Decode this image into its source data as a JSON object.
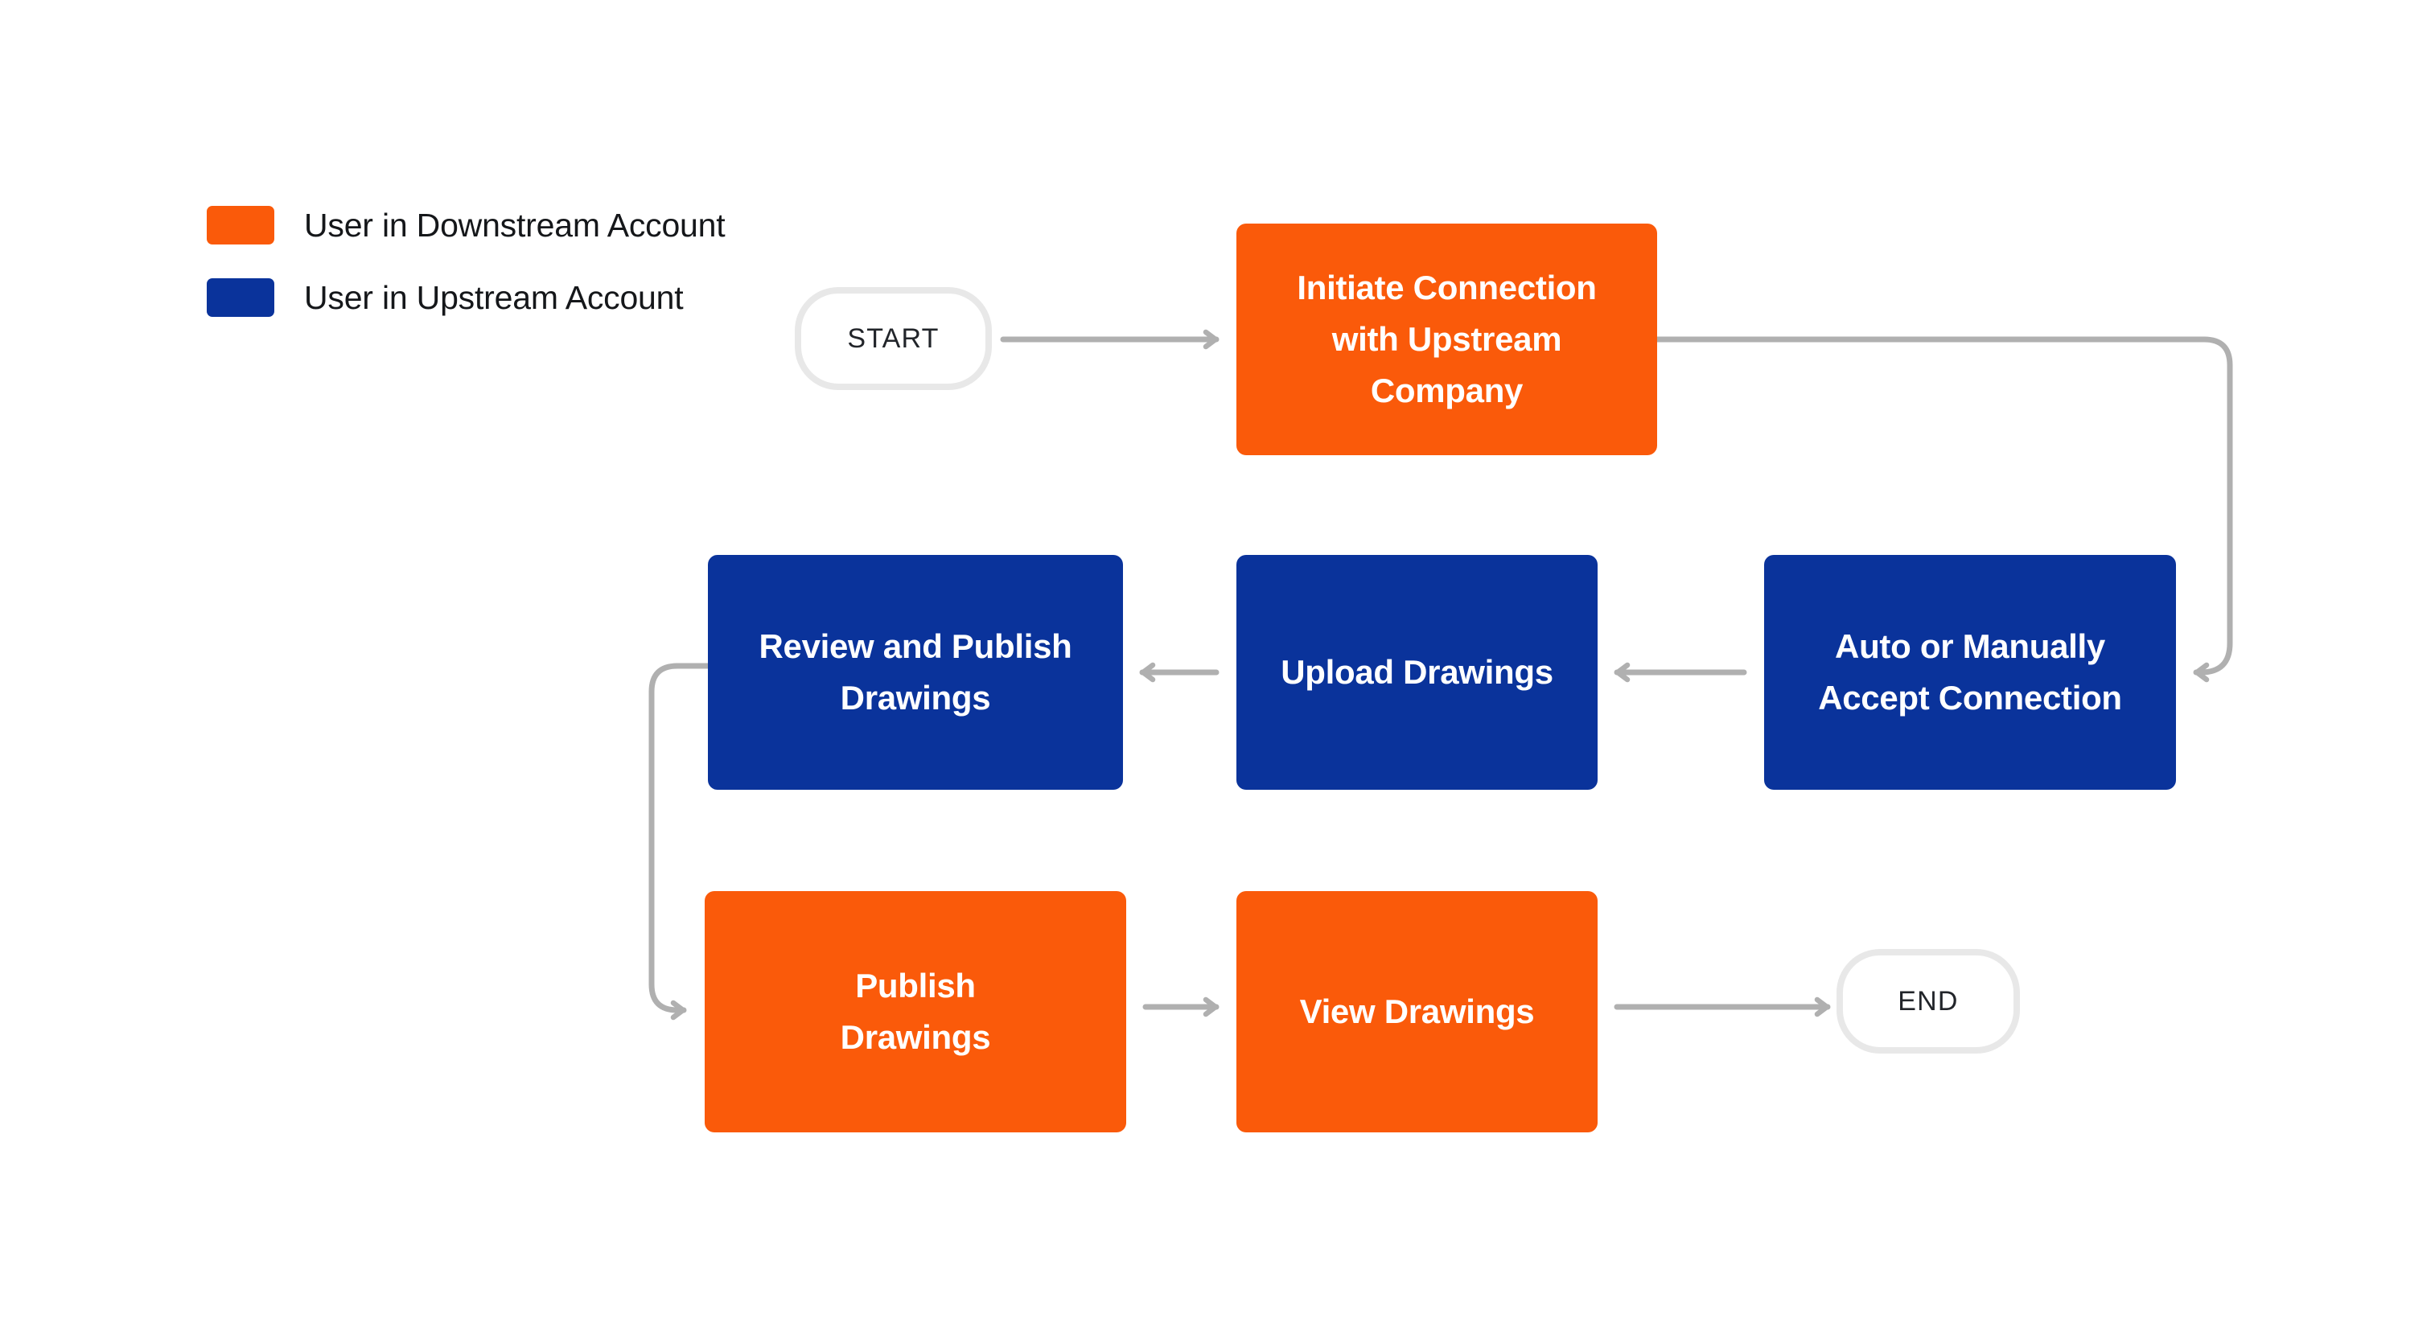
{
  "diagram": {
    "title": "Upstream / Downstream drawing connection flow",
    "background": "#ffffff",
    "colors": {
      "orange": "#fa5a0a",
      "blue": "#0a339b",
      "edge": "#b0b0b0",
      "terminator_border": "#e8e8e8",
      "node_text": "#ffffff",
      "legend_text": "#15171a"
    }
  },
  "legend": {
    "items": [
      {
        "label": "User in Downstream Account",
        "color": "#fa5a0a",
        "swatch_name": "legend-swatch-downstream"
      },
      {
        "label": "User in Upstream Account",
        "color": "#0a339b",
        "swatch_name": "legend-swatch-upstream"
      }
    ]
  },
  "nodes": {
    "start": {
      "label": "START",
      "shape": "terminator"
    },
    "initiate": {
      "line1": "Initiate Connection",
      "line2": "with Upstream",
      "line3": "Company",
      "role": "downstream",
      "color": "#fa5a0a"
    },
    "accept": {
      "line1": "Auto or Manually",
      "line2": "Accept Connection",
      "role": "upstream",
      "color": "#0a339b"
    },
    "upload": {
      "line1": "Upload Drawings",
      "role": "upstream",
      "color": "#0a339b"
    },
    "review": {
      "line1": "Review and Publish",
      "line2": "Drawings",
      "role": "upstream",
      "color": "#0a339b"
    },
    "publish": {
      "line1": "Publish",
      "line2": "Drawings",
      "role": "downstream",
      "color": "#fa5a0a"
    },
    "view": {
      "line1": "View Drawings",
      "role": "downstream",
      "color": "#fa5a0a"
    },
    "end": {
      "label": "END",
      "shape": "terminator"
    }
  },
  "edges": [
    {
      "from": "start",
      "to": "initiate",
      "style": "straight-right"
    },
    {
      "from": "initiate",
      "to": "accept",
      "style": "right-down-left-elbow"
    },
    {
      "from": "accept",
      "to": "upload",
      "style": "straight-left"
    },
    {
      "from": "upload",
      "to": "review",
      "style": "straight-left"
    },
    {
      "from": "review",
      "to": "publish",
      "style": "left-down-right-elbow"
    },
    {
      "from": "publish",
      "to": "view",
      "style": "straight-right"
    },
    {
      "from": "view",
      "to": "end",
      "style": "straight-right"
    }
  ]
}
